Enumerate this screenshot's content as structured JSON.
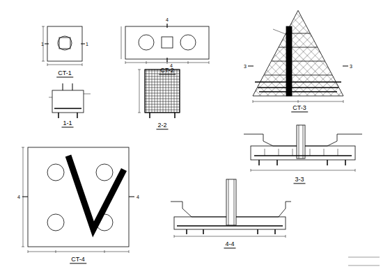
{
  "diagram": {
    "labels": [
      "CT-1",
      "1",
      "1",
      "CT-2",
      "4",
      "4",
      "CT-3",
      "3",
      "3",
      "1-1",
      "2-2",
      "3-3",
      "CT-4",
      "4",
      "4",
      "4-4"
    ]
  }
}
